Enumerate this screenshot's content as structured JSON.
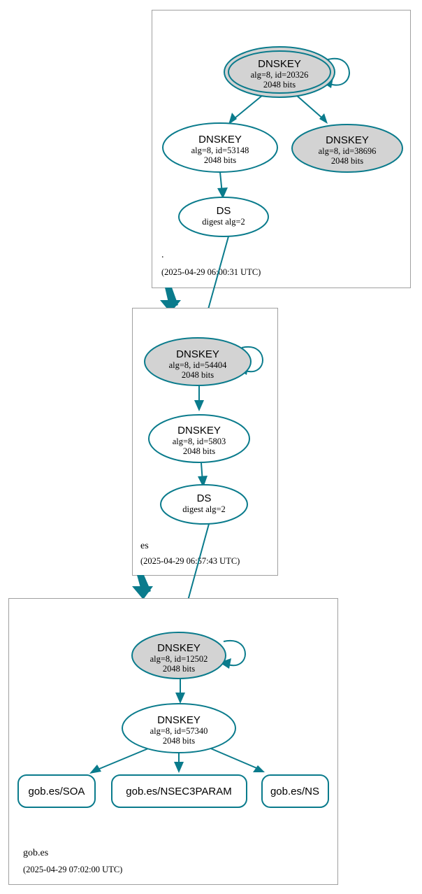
{
  "diagram": {
    "kind": "dnssec-chain-of-trust",
    "colors": {
      "accent": "#0a7b8c",
      "node_secure_fill": "#d3d3d3",
      "node_plain_fill": "#ffffff",
      "zone_border": "#a0a0a0",
      "background": "#ffffff"
    }
  },
  "zones": [
    {
      "id": "root",
      "name": ".",
      "timestamp": "(2025-04-29 06:00:31 UTC)",
      "nodes": [
        {
          "id": "root-ksk",
          "type": "DNSKEY",
          "title": "DNSKEY",
          "line2": "alg=8, id=20326",
          "line3": "2048 bits",
          "alg": 8,
          "key_id": 20326,
          "bits": 2048,
          "role": "trust-anchor-ksk",
          "shape": "doubleellipse",
          "fill": "grey",
          "self_signed": true
        },
        {
          "id": "root-zsk-53148",
          "type": "DNSKEY",
          "title": "DNSKEY",
          "line2": "alg=8, id=53148",
          "line3": "2048 bits",
          "alg": 8,
          "key_id": 53148,
          "bits": 2048,
          "role": "zsk",
          "shape": "ellipse",
          "fill": "white",
          "self_signed": false
        },
        {
          "id": "root-key-38696",
          "type": "DNSKEY",
          "title": "DNSKEY",
          "line2": "alg=8, id=38696",
          "line3": "2048 bits",
          "alg": 8,
          "key_id": 38696,
          "bits": 2048,
          "role": "ksk",
          "shape": "ellipse",
          "fill": "grey",
          "self_signed": false
        },
        {
          "id": "root-ds-es",
          "type": "DS",
          "title": "DS",
          "line2": "digest alg=2",
          "line3": "",
          "digest_alg": 2,
          "shape": "ellipse",
          "fill": "white",
          "self_signed": false
        }
      ]
    },
    {
      "id": "es",
      "name": "es",
      "timestamp": "(2025-04-29 06:57:43 UTC)",
      "nodes": [
        {
          "id": "es-ksk",
          "type": "DNSKEY",
          "title": "DNSKEY",
          "line2": "alg=8, id=54404",
          "line3": "2048 bits",
          "alg": 8,
          "key_id": 54404,
          "bits": 2048,
          "role": "ksk",
          "shape": "ellipse",
          "fill": "grey",
          "self_signed": true
        },
        {
          "id": "es-zsk",
          "type": "DNSKEY",
          "title": "DNSKEY",
          "line2": "alg=8, id=5803",
          "line3": "2048 bits",
          "alg": 8,
          "key_id": 5803,
          "bits": 2048,
          "role": "zsk",
          "shape": "ellipse",
          "fill": "white",
          "self_signed": false
        },
        {
          "id": "es-ds-gobes",
          "type": "DS",
          "title": "DS",
          "line2": "digest alg=2",
          "line3": "",
          "digest_alg": 2,
          "shape": "ellipse",
          "fill": "white",
          "self_signed": false
        }
      ]
    },
    {
      "id": "gob-es",
      "name": "gob.es",
      "timestamp": "(2025-04-29 07:02:00 UTC)",
      "nodes": [
        {
          "id": "gobes-ksk",
          "type": "DNSKEY",
          "title": "DNSKEY",
          "line2": "alg=8, id=12502",
          "line3": "2048 bits",
          "alg": 8,
          "key_id": 12502,
          "bits": 2048,
          "role": "ksk",
          "shape": "ellipse",
          "fill": "grey",
          "self_signed": true
        },
        {
          "id": "gobes-zsk",
          "type": "DNSKEY",
          "title": "DNSKEY",
          "line2": "alg=8, id=57340",
          "line3": "2048 bits",
          "alg": 8,
          "key_id": 57340,
          "bits": 2048,
          "role": "zsk",
          "shape": "ellipse",
          "fill": "white",
          "self_signed": false
        }
      ],
      "rrsets": [
        {
          "id": "rrset-soa",
          "label": "gob.es/SOA"
        },
        {
          "id": "rrset-nsec3param",
          "label": "gob.es/NSEC3PARAM"
        },
        {
          "id": "rrset-ns",
          "label": "gob.es/NS"
        }
      ]
    }
  ]
}
